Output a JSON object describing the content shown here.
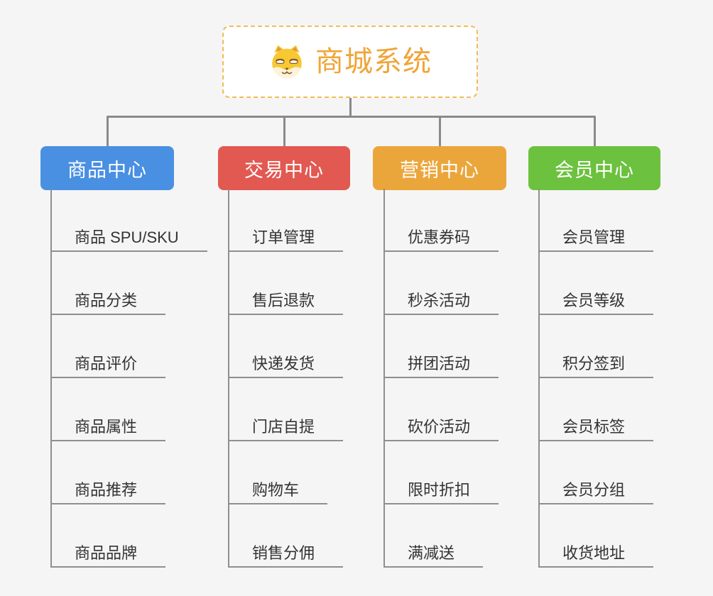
{
  "root": {
    "title": "商城系统",
    "icon": "shiba-dog-icon"
  },
  "branches": [
    {
      "label": "商品中心",
      "color": "#4a90e2",
      "box_style": "background:#4a90e2",
      "items": [
        "商品 SPU/SKU",
        "商品分类",
        "商品评价",
        "商品属性",
        "商品推荐",
        "商品品牌"
      ]
    },
    {
      "label": "交易中心",
      "color": "#e25952",
      "box_style": "background:#e25952",
      "items": [
        "订单管理",
        "售后退款",
        "快递发货",
        "门店自提",
        "购物车",
        "销售分佣"
      ]
    },
    {
      "label": "营销中心",
      "color": "#eba63b",
      "box_style": "background:#eba63b",
      "items": [
        "优惠券码",
        "秒杀活动",
        "拼团活动",
        "砍价活动",
        "限时折扣",
        "满减送"
      ]
    },
    {
      "label": "会员中心",
      "color": "#6cc13e",
      "box_style": "background:#6cc13e",
      "items": [
        "会员管理",
        "会员等级",
        "积分签到",
        "会员标签",
        "会员分组",
        "收货地址"
      ]
    }
  ],
  "colors": {
    "background": "#f5f5f5",
    "root_border": "#f3bb58",
    "root_text": "#f0a437",
    "connector": "#8a8a8a",
    "subtree_line": "#8f8f8f",
    "item_text": "#333333",
    "branch_label_text": "#ffffff"
  }
}
